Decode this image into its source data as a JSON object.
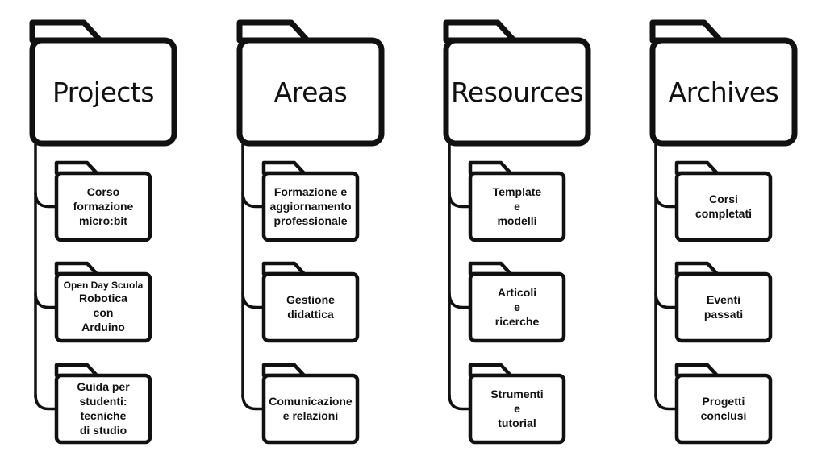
{
  "columns": [
    {
      "title": "Projects",
      "items": [
        [
          "Corso",
          "formazione",
          "micro:bit"
        ],
        [
          "Open Day Scuola",
          "Robotica",
          "con",
          "Arduino"
        ],
        [
          "Guida per",
          "studenti:",
          "tecniche",
          "di studio"
        ]
      ]
    },
    {
      "title": "Areas",
      "items": [
        [
          "Formazione e",
          "aggiornamento",
          "professionale"
        ],
        [
          "Gestione",
          "didattica"
        ],
        [
          "Comunicazione",
          "e relazioni"
        ]
      ]
    },
    {
      "title": "Resources",
      "items": [
        [
          "Template",
          "e",
          "modelli"
        ],
        [
          "Articoli",
          "e",
          "ricerche"
        ],
        [
          "Strumenti",
          "e",
          "tutorial"
        ]
      ]
    },
    {
      "title": "Archives",
      "items": [
        [
          "Corsi",
          "completati"
        ],
        [
          "Eventi",
          "passati"
        ],
        [
          "Progetti",
          "conclusi"
        ]
      ]
    }
  ]
}
